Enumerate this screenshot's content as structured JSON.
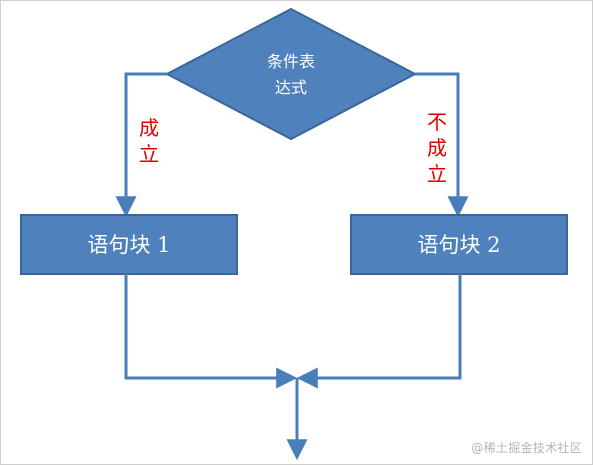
{
  "diagram": {
    "decision": {
      "line1": "条件表",
      "line2": "达式"
    },
    "branches": {
      "true_label": "成立",
      "false_label_line1": "不",
      "false_label_line2": "成立"
    },
    "blocks": {
      "block1": "语句块 1",
      "block2": "语句块 2"
    },
    "colors": {
      "shape_fill": "#4f81bd",
      "shape_stroke": "#3a6699",
      "connector": "#4a7ebb",
      "condition_text": "#e00000"
    }
  },
  "watermark": "@稀土掘金技术社区"
}
